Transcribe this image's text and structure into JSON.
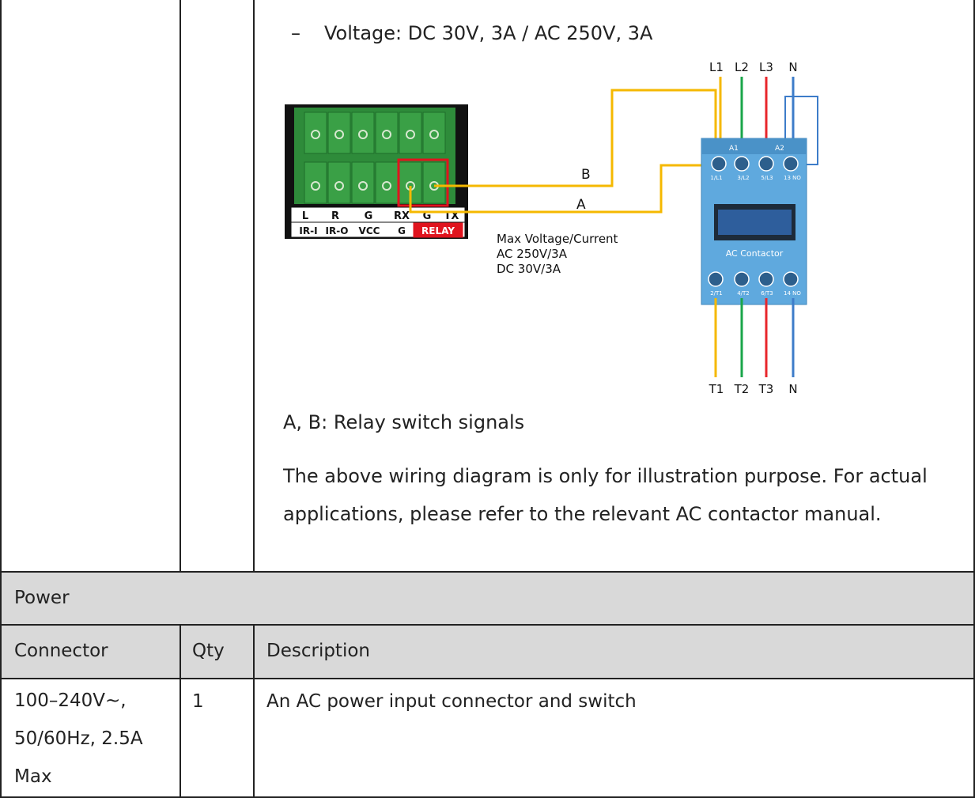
{
  "intro": {
    "bullet": "–",
    "voltage": "Voltage: DC 30V, 3A / AC 250V, 3A"
  },
  "diagram": {
    "terminal_top_labels": [
      "L",
      "R",
      "G",
      "RX",
      "G",
      "TX"
    ],
    "terminal_bottom_labels": [
      "IR-I",
      "IR-O",
      "VCC",
      "G",
      "RELAY"
    ],
    "wire_b": "B",
    "wire_a": "A",
    "max_note": [
      "Max Voltage/Current",
      "AC 250V/3A",
      "DC 30V/3A"
    ],
    "phase_top": [
      "L1",
      "L2",
      "L3",
      "N"
    ],
    "phase_bottom": [
      "T1",
      "T2",
      "T3",
      "N"
    ],
    "contactor_label": "AC Contactor",
    "coil_a1": "A1",
    "coil_a2": "A2",
    "contactor_top_terms": [
      "1/L1",
      "3/L2",
      "5/L3",
      "13 NO"
    ],
    "contactor_bottom_terms": [
      "2/T1",
      "4/T2",
      "6/T3",
      "14 NO"
    ],
    "colors": {
      "yellow": "#f5b800",
      "green": "#1aa64a",
      "red": "#e8262b",
      "blue": "#3d7cc9",
      "contactor": "#5fa9de",
      "relay_box": "#e0141e"
    }
  },
  "caption": "A, B: Relay switch signals",
  "note": "The above wiring diagram is only for illustration purpose. For actual applications, please refer to the relevant AC contactor manual.",
  "power_section": {
    "title": "Power",
    "headers": {
      "connector": "Connector",
      "qty": "Qty",
      "description": "Description"
    },
    "row": {
      "connector_lines": [
        "100–240V~,",
        "50/60Hz, 2.5A",
        "Max"
      ],
      "qty": "1",
      "description": "An AC power input connector and switch"
    }
  }
}
